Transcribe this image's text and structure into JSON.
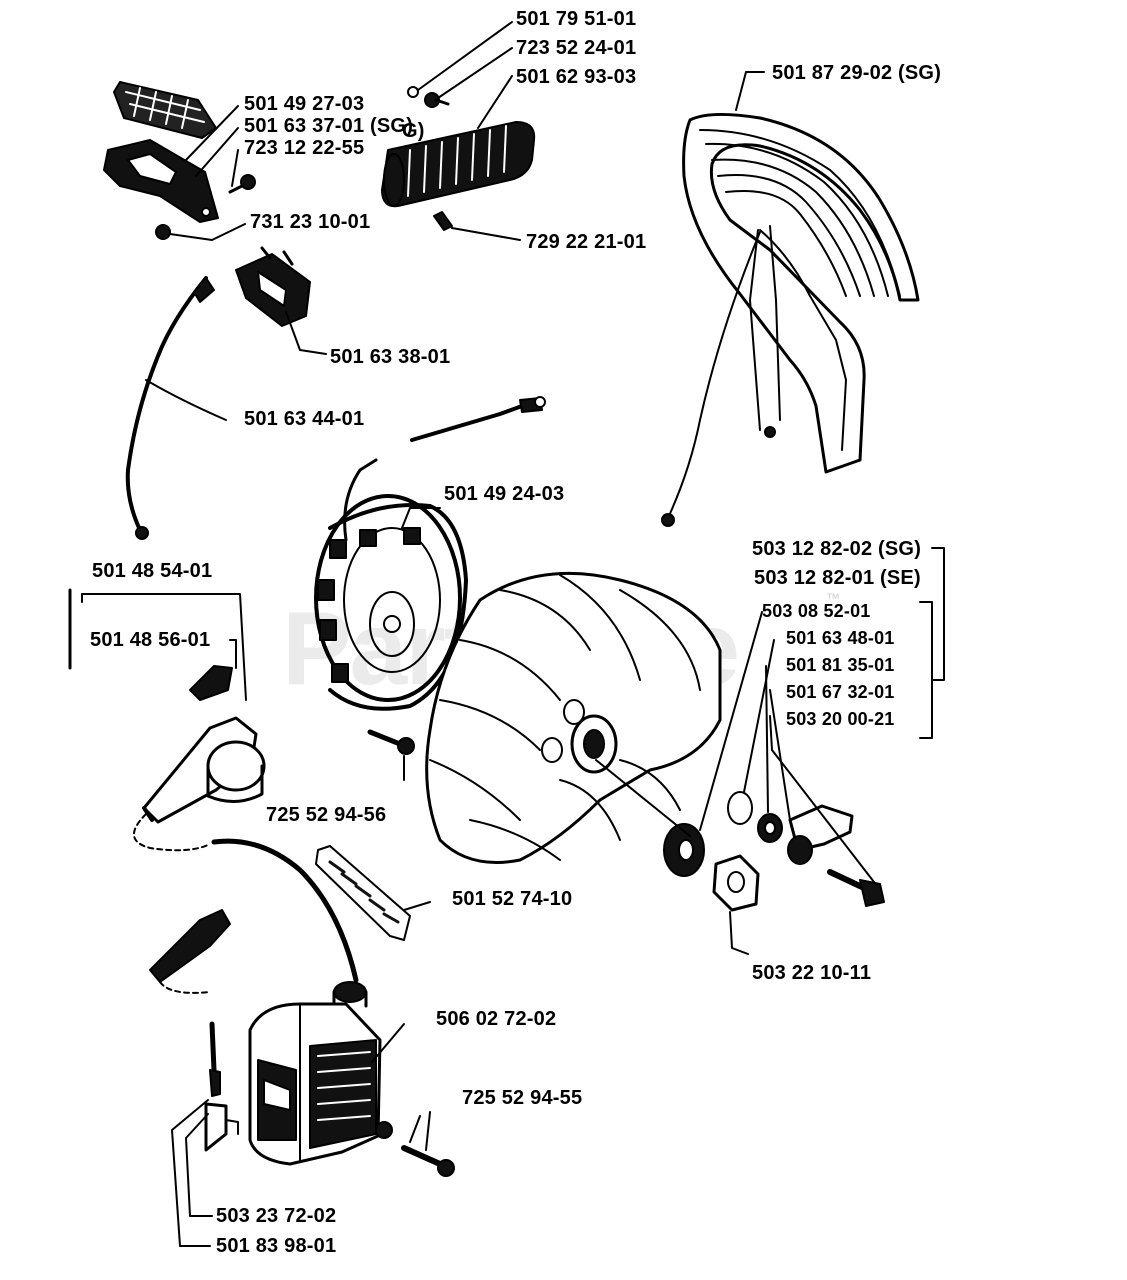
{
  "watermark": {
    "text": "PartsTree",
    "trademark": "™"
  },
  "parts": {
    "p_501795101": "501 79 51-01",
    "p_723522401": "723 52 24-01",
    "p_501629303": "501 62 93-03",
    "p_501872902sg": "501 87 29-02 (SG)",
    "p_501492703": "501 49 27-03",
    "p_501633701sg": "501 63 37-01 (SG)",
    "p_723122255": "723 12 22-55",
    "p_731231001": "731 23 10-01",
    "p_729222101": "729 22 21-01",
    "p_501633801": "501 63 38-01",
    "p_501634401": "501 63 44-01",
    "p_501492403": "501 49 24-03",
    "p_503128202sg": "503 12 82-02 (SG)",
    "p_503128201se": "503 12 82-01 (SE)",
    "p_501485401": "501 48 54-01",
    "p_503085201": "503 08 52-01",
    "p_501485601": "501 48 56-01",
    "p_501634801": "501 63 48-01",
    "p_501813501": "501 81 35-01",
    "p_501673201": "501 67 32-01",
    "p_503200021": "503 20 00-21",
    "p_725529456": "725 52 94-56",
    "p_501527410": "501 52 74-10",
    "p_503221011": "503 22 10-11",
    "p_506027202": "506 02 72-02",
    "p_725529455": "725 52 94-55",
    "p_503237202": "503 23 72-02",
    "p_501839801": "501 83 98-01",
    "stray_fragment": "G)"
  }
}
